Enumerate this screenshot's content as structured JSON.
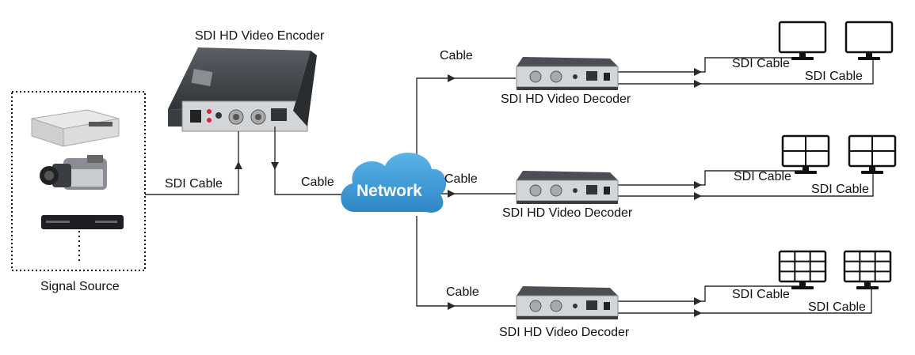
{
  "encoder": {
    "title": "SDI HD Video Encoder"
  },
  "source": {
    "label": "Signal Source"
  },
  "network": {
    "label": "Network"
  },
  "links": {
    "source_to_encoder": "SDI Cable",
    "encoder_to_network": "Cable",
    "network_to_decoder_1": "Cable",
    "network_to_decoder_2": "Cable",
    "network_to_decoder_3": "Cable"
  },
  "decoders": [
    {
      "label": "SDI HD Video Decoder",
      "cable_a": "SDI Cable",
      "cable_b": "SDI Cable"
    },
    {
      "label": "SDI HD Video Decoder",
      "cable_a": "SDI Cable",
      "cable_b": "SDI Cable"
    },
    {
      "label": "SDI HD Video Decoder",
      "cable_a": "SDI Cable",
      "cable_b": "SDI Cable"
    }
  ],
  "colors": {
    "cloud": "#3b9ad6",
    "device_body": "#4a4d52",
    "device_face": "#d6d8da",
    "line": "#2a2a2a"
  }
}
